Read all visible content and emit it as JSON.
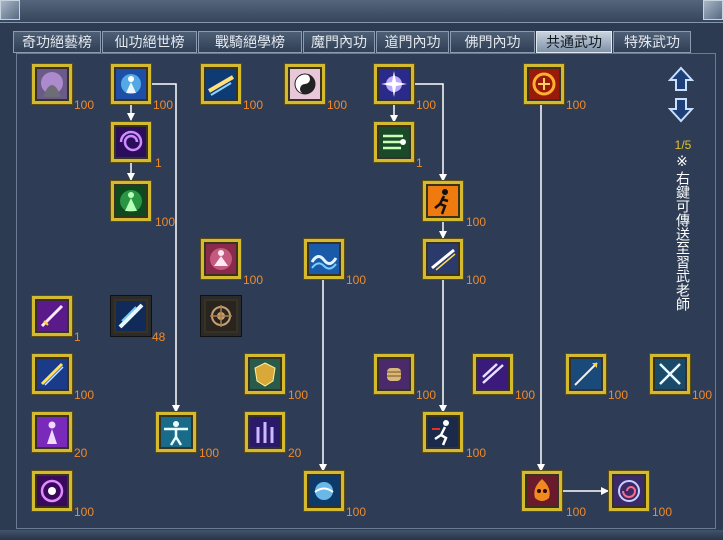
{
  "tabs": [
    {
      "label": "奇功絕藝榜",
      "active": false
    },
    {
      "label": "仙功絕世榜",
      "active": false
    },
    {
      "label": "戰騎絕學榜",
      "active": false
    },
    {
      "label": "魔門內功",
      "active": false
    },
    {
      "label": "道門內功",
      "active": false
    },
    {
      "label": "佛門內功",
      "active": false
    },
    {
      "label": "共通武功",
      "active": true
    },
    {
      "label": "特殊武功",
      "active": false
    }
  ],
  "skills": [
    {
      "level": "100",
      "icon": "stone-monk-icon"
    },
    {
      "level": "100",
      "icon": "blue-aura-icon"
    },
    {
      "level": "100",
      "icon": "dash-strike-icon"
    },
    {
      "level": "100",
      "icon": "yin-yang-icon"
    },
    {
      "level": "100",
      "icon": "light-burst-icon"
    },
    {
      "level": "100",
      "icon": "red-rune-icon"
    },
    {
      "level": "1",
      "icon": "purple-vortex-icon"
    },
    {
      "level": "1",
      "icon": "wind-rush-icon"
    },
    {
      "level": "100",
      "icon": "green-spirit-icon"
    },
    {
      "level": "100",
      "icon": "running-man-icon"
    },
    {
      "level": "100",
      "icon": "healing-figure-icon"
    },
    {
      "level": "100",
      "icon": "water-wave-icon"
    },
    {
      "level": "100",
      "icon": "blade-flash-icon"
    },
    {
      "level": "1",
      "icon": "violet-blade-icon"
    },
    {
      "level": "48",
      "icon": "azure-slash-icon"
    },
    {
      "level": "",
      "icon": "bronze-wheel-icon"
    },
    {
      "level": "100",
      "icon": "blue-sword-icon"
    },
    {
      "level": "100",
      "icon": "golden-shield-icon"
    },
    {
      "level": "100",
      "icon": "iron-fist-icon"
    },
    {
      "level": "100",
      "icon": "twin-blade-icon"
    },
    {
      "level": "100",
      "icon": "spear-thrust-icon"
    },
    {
      "level": "100",
      "icon": "cross-blade-icon"
    },
    {
      "level": "20",
      "icon": "violet-figure-icon"
    },
    {
      "level": "100",
      "icon": "spread-arms-icon"
    },
    {
      "level": "20",
      "icon": "purple-pillar-icon"
    },
    {
      "level": "100",
      "icon": "sprint-figure-icon"
    },
    {
      "level": "100",
      "icon": "purple-orb-icon"
    },
    {
      "level": "100",
      "icon": "ocean-orb-icon"
    },
    {
      "level": "100",
      "icon": "flame-mask-icon"
    },
    {
      "level": "100",
      "icon": "spiral-ring-icon"
    }
  ],
  "nav": {
    "up_icon": "arrow-up-icon",
    "down_icon": "arrow-down-icon"
  },
  "page": "1/5",
  "note_mark": "※",
  "note": "右鍵可傳送至習武老師",
  "colors": {
    "border_gold": "#d4ba2e",
    "level_orange": "#f08a2a",
    "page_yellow": "#e0c232",
    "panel": "#2e3d55"
  }
}
